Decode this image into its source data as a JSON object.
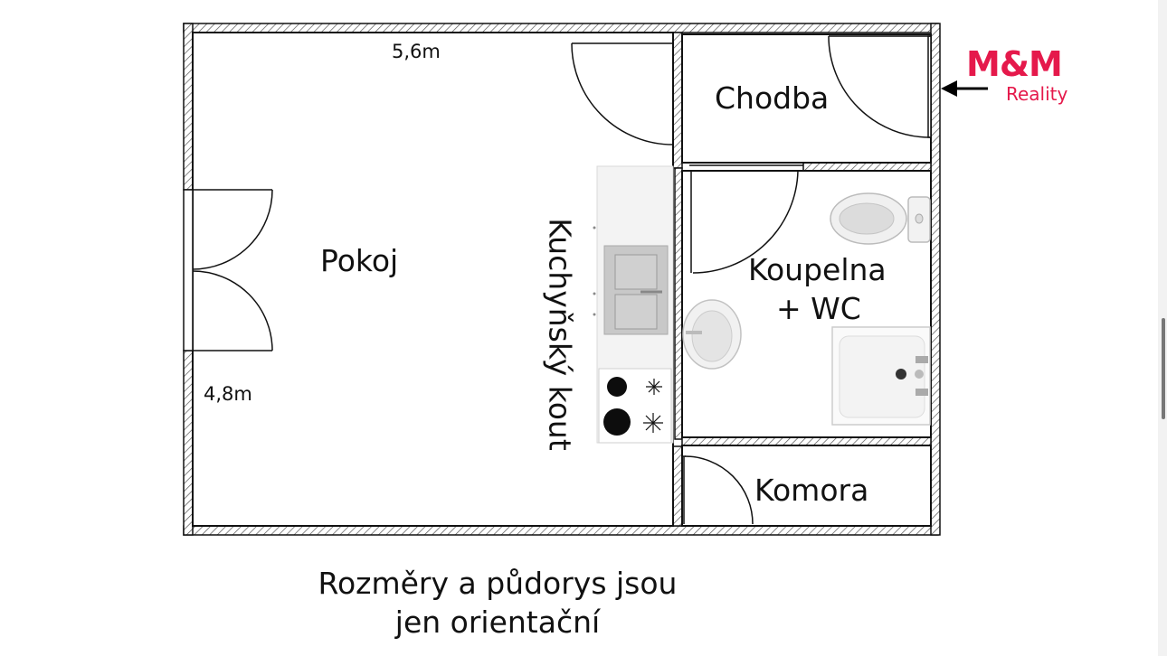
{
  "rooms": {
    "pokoj": "Pokoj",
    "chodba": "Chodba",
    "koupelna_line1": "Koupelna",
    "koupelna_line2": "+ WC",
    "komora": "Komora",
    "kuchyn": "Kuchyňský kout"
  },
  "dimensions": {
    "width": "5,6m",
    "height": "4,8m"
  },
  "note": {
    "line1": "Rozměry a půdorys jsou",
    "line2": "jen orientační"
  },
  "logo": {
    "brand": "M&M",
    "sub": "Reality",
    "color": "#e5194b"
  },
  "icons": {
    "entry": "entry-arrow-icon"
  }
}
